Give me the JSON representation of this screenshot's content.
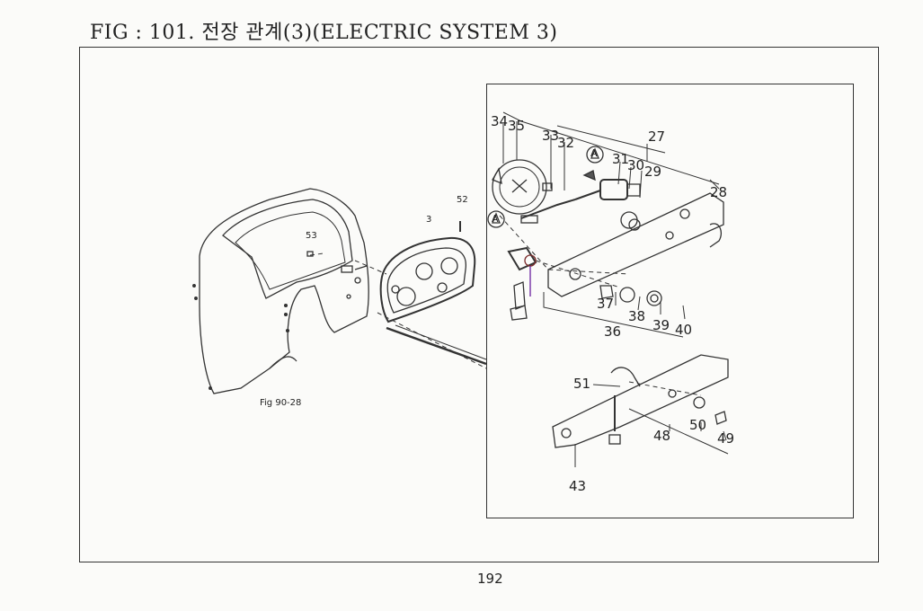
{
  "header": {
    "title": "FIG : 101. 전장 관계(3)(ELECTRIC SYSTEM 3)"
  },
  "diagram": {
    "reference_label": "Fig 90-28",
    "view_marker": "A",
    "callouts": {
      "p3": "3",
      "p27": "27",
      "p28": "28",
      "p29": "29",
      "p30": "30",
      "p31": "31",
      "p32": "32",
      "p33": "33",
      "p34": "34",
      "p35": "35",
      "p36": "36",
      "p37": "37",
      "p38": "38",
      "p39": "39",
      "p40": "40",
      "p43": "43",
      "p48": "48",
      "p49": "49",
      "p50": "50",
      "p51": "51",
      "p52": "52",
      "p53": "53"
    }
  },
  "footer": {
    "page_number": "192"
  }
}
